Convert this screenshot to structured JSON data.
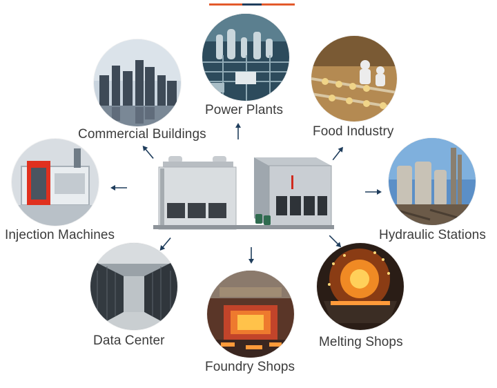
{
  "colors": {
    "label_text": "#3b3b3b",
    "arrow": "#1f3d5c",
    "accent_orange": "#e35a2b",
    "accent_navy": "#1f3d5c"
  },
  "icons": {
    "arrow": "arrow-icon"
  },
  "applications": {
    "power_plants": "Power Plants",
    "commercial_buildings": "Commercial Buildings",
    "food_industry": "Food Industry",
    "injection_machines": "Injection Machines",
    "hydraulic_stations": "Hydraulic Stations",
    "data_center": "Data Center",
    "foundry_shops": "Foundry Shops",
    "melting_shops": "Melting Shops"
  }
}
